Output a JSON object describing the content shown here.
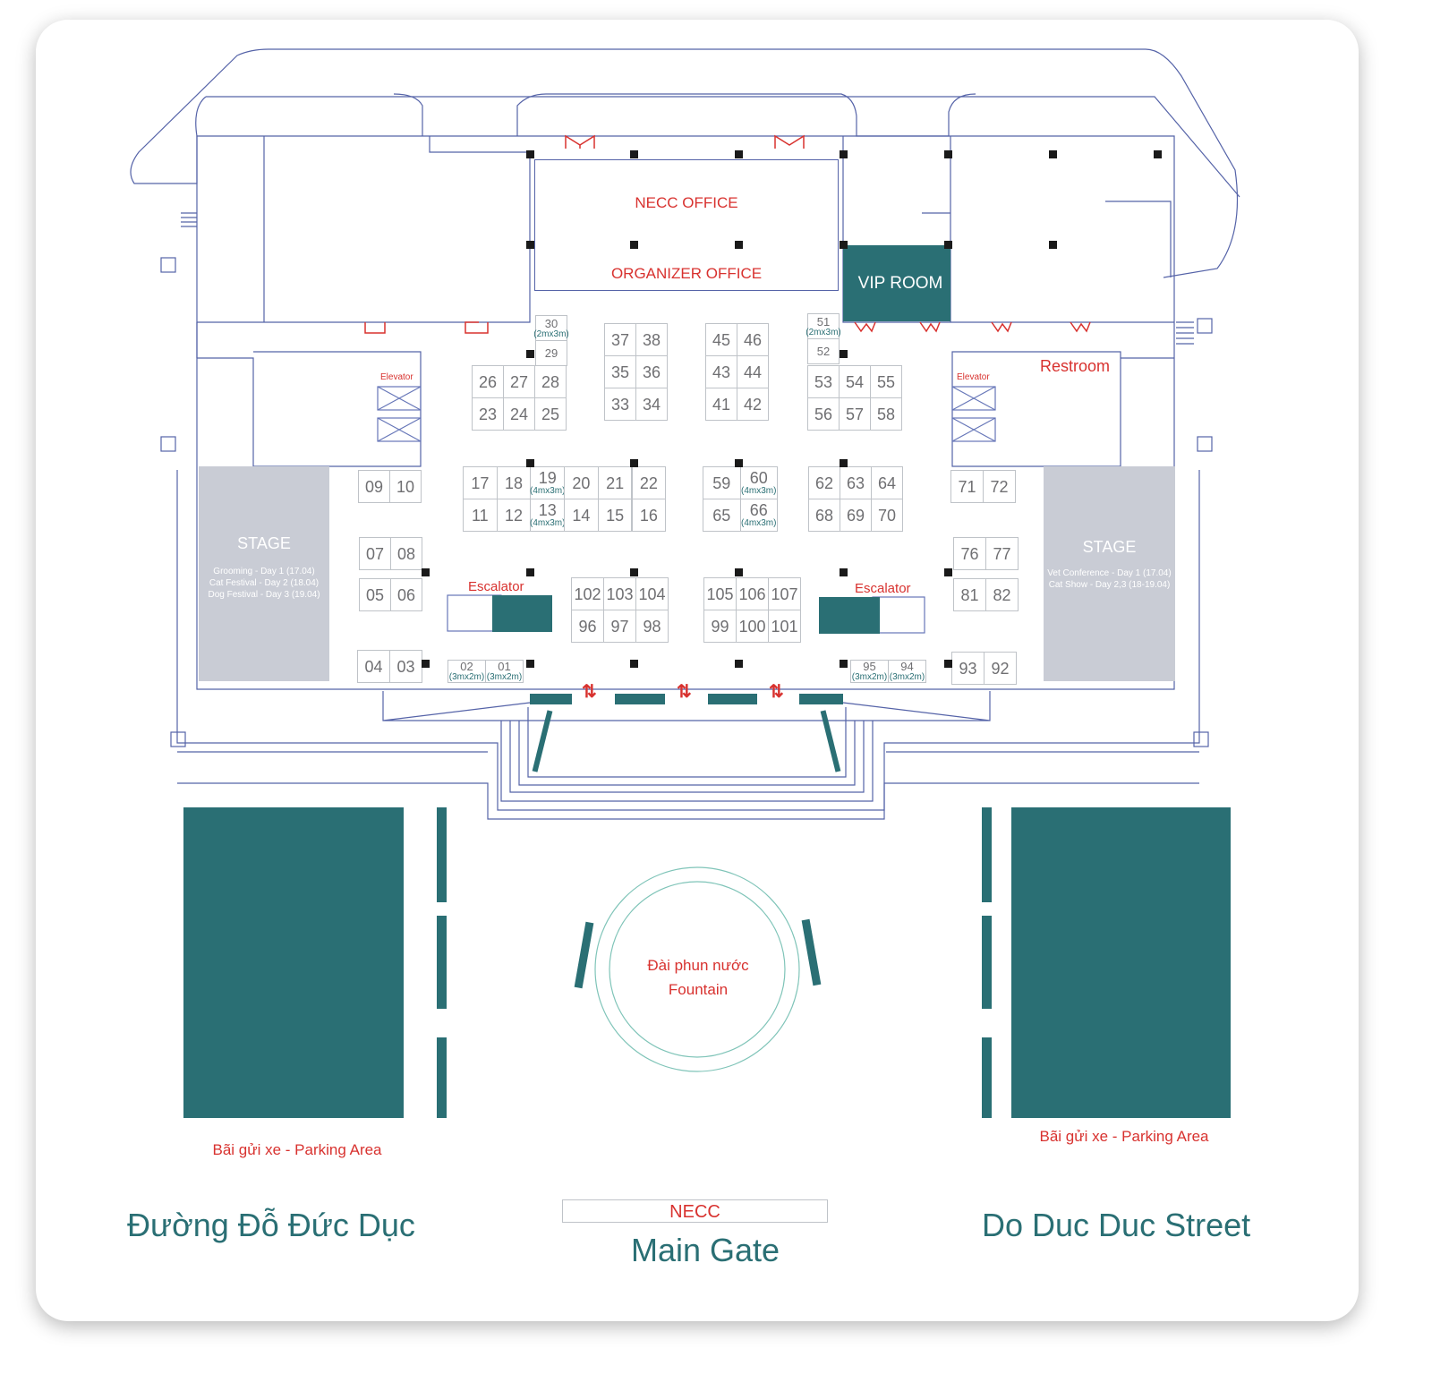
{
  "map": {
    "necc_office": "NECC OFFICE",
    "organizer_office": "ORGANIZER OFFICE",
    "vip_room": "VIP ROOM",
    "restroom": "Restroom",
    "elevator_left": "Elevator",
    "elevator_right": "Elevator",
    "escalator_left": "Escalator",
    "escalator_right": "Escalator",
    "stage_left": {
      "title": "STAGE",
      "schedule": [
        "Grooming - Day 1 (17.04)",
        "Cat Festival - Day 2 (18.04)",
        "Dog Festival - Day 3 (19.04)"
      ]
    },
    "stage_right": {
      "title": "STAGE",
      "schedule": [
        "Vet Conference - Day 1 (17.04)",
        "Cat Show - Day 2,3 (18-19.04)"
      ]
    },
    "fountain": {
      "vi": "Đài phun nước",
      "en": "Fountain"
    },
    "parking_left": "Bãi gửi xe - Parking Area",
    "parking_right": "Bãi gửi xe - Parking Area",
    "street_vi": "Đường Đỗ Đức Dục",
    "street_en": "Do Duc Duc Street",
    "gate_name": "NECC",
    "gate_label": "Main Gate",
    "booth_groups": [
      [
        [
          {
            "n": "30",
            "s": "(2mx3m)"
          }
        ],
        [
          {
            "n": "29"
          }
        ]
      ],
      [
        [
          {
            "n": "26"
          },
          {
            "n": "27"
          },
          {
            "n": "28"
          }
        ],
        [
          {
            "n": "23"
          },
          {
            "n": "24"
          },
          {
            "n": "25"
          }
        ]
      ],
      [
        [
          {
            "n": "37"
          },
          {
            "n": "38"
          }
        ],
        [
          {
            "n": "35"
          },
          {
            "n": "36"
          }
        ],
        [
          {
            "n": "33"
          },
          {
            "n": "34"
          }
        ]
      ],
      [
        [
          {
            "n": "45"
          },
          {
            "n": "46"
          }
        ],
        [
          {
            "n": "43"
          },
          {
            "n": "44"
          }
        ],
        [
          {
            "n": "41"
          },
          {
            "n": "42"
          }
        ]
      ],
      [
        [
          {
            "n": "51",
            "s": "(2mx3m)"
          }
        ],
        [
          {
            "n": "52"
          }
        ]
      ],
      [
        [
          {
            "n": "53"
          },
          {
            "n": "54"
          },
          {
            "n": "55"
          }
        ],
        [
          {
            "n": "56"
          },
          {
            "n": "57"
          },
          {
            "n": "58"
          }
        ]
      ],
      [
        [
          {
            "n": "09"
          },
          {
            "n": "10"
          }
        ]
      ],
      [
        [
          {
            "n": "17"
          },
          {
            "n": "18"
          },
          {
            "n": "19",
            "s": "(4mx3m)"
          },
          {
            "n": "20"
          },
          {
            "n": "21"
          },
          {
            "n": "22"
          }
        ],
        [
          {
            "n": "11"
          },
          {
            "n": "12"
          },
          {
            "n": "13",
            "s": "(4mx3m)"
          },
          {
            "n": "14"
          },
          {
            "n": "15"
          },
          {
            "n": "16"
          }
        ]
      ],
      [
        [
          {
            "n": "59"
          },
          {
            "n": "60",
            "s": "(4mx3m)"
          }
        ],
        [
          {
            "n": "65"
          },
          {
            "n": "66",
            "s": "(4mx3m)"
          }
        ]
      ],
      [
        [
          {
            "n": "62"
          },
          {
            "n": "63"
          },
          {
            "n": "64"
          }
        ],
        [
          {
            "n": "68"
          },
          {
            "n": "69"
          },
          {
            "n": "70"
          }
        ]
      ],
      [
        [
          {
            "n": "71"
          },
          {
            "n": "72"
          }
        ]
      ],
      [
        [
          {
            "n": "07"
          },
          {
            "n": "08"
          }
        ]
      ],
      [
        [
          {
            "n": "05"
          },
          {
            "n": "06"
          }
        ]
      ],
      [
        [
          {
            "n": "102"
          },
          {
            "n": "103"
          },
          {
            "n": "104"
          }
        ],
        [
          {
            "n": "96"
          },
          {
            "n": "97"
          },
          {
            "n": "98"
          }
        ]
      ],
      [
        [
          {
            "n": "105"
          },
          {
            "n": "106"
          },
          {
            "n": "107"
          }
        ],
        [
          {
            "n": "99"
          },
          {
            "n": "100"
          },
          {
            "n": "101"
          }
        ]
      ],
      [
        [
          {
            "n": "76"
          },
          {
            "n": "77"
          }
        ]
      ],
      [
        [
          {
            "n": "81"
          },
          {
            "n": "82"
          }
        ]
      ],
      [
        [
          {
            "n": "04"
          },
          {
            "n": "03"
          }
        ]
      ],
      [
        [
          {
            "n": "02",
            "s": "(3mx2m)"
          },
          {
            "n": "01",
            "s": "(3mx2m)"
          }
        ]
      ],
      [
        [
          {
            "n": "95",
            "s": "(3mx2m)"
          },
          {
            "n": "94",
            "s": "(3mx2m)"
          }
        ]
      ],
      [
        [
          {
            "n": "93"
          },
          {
            "n": "92"
          }
        ]
      ]
    ],
    "colors": {
      "teal": "#2a6f74",
      "red": "#d8322f",
      "stage": "#c9ccd5",
      "wall": "#5563a8"
    }
  }
}
